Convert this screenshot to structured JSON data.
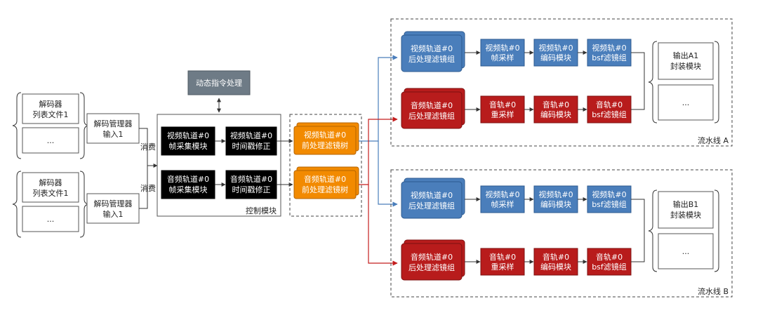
{
  "decoder_list_1": {
    "title_line1": "解码器",
    "title_line2": "列表文件1",
    "item": "..."
  },
  "decoder_list_2": {
    "title_line1": "解码器",
    "title_line2": "列表文件1",
    "item": "..."
  },
  "decoder_mgr_1": {
    "line1": "解码管理器",
    "line2": "输入1"
  },
  "decoder_mgr_2": {
    "line1": "解码管理器",
    "line2": "输入1"
  },
  "consume_label_1": "消费",
  "consume_label_2": "消费",
  "dynamic_cmd": "动态指令处理",
  "control_module": {
    "label": "控制模块",
    "video_capture": {
      "line1": "视频轨道#0",
      "line2": "帧采集模块"
    },
    "video_ts": {
      "line1": "视频轨道#0",
      "line2": "时间戳修正"
    },
    "audio_capture": {
      "line1": "音频轨道#0",
      "line2": "帧采集模块"
    },
    "audio_ts": {
      "line1": "音频轨道#0",
      "line2": "时间戳修正"
    }
  },
  "pre_filter": {
    "video": {
      "line1": "视频轨道#0",
      "line2": "前处理滤镜树"
    },
    "audio": {
      "line1": "音频轨道#0",
      "line2": "前处理滤镜树"
    }
  },
  "pipeline_a": {
    "label": "流水线 A",
    "video_post": {
      "line1": "视频轨道#0",
      "line2": "后处理滤镜组"
    },
    "video_resample": {
      "line1": "视频轨#0",
      "line2": "帧采样"
    },
    "video_encode": {
      "line1": "视频轨#0",
      "line2": "编码模块"
    },
    "video_bsf": {
      "line1": "视频轨#0",
      "line2": "bsf滤镜组"
    },
    "audio_post": {
      "line1": "音频轨道#0",
      "line2": "后处理滤镜组"
    },
    "audio_resample": {
      "line1": "音轨#0",
      "line2": "重采样"
    },
    "audio_encode": {
      "line1": "音轨#0",
      "line2": "编码模块"
    },
    "audio_bsf": {
      "line1": "音轨#0",
      "line2": "bsf滤镜组"
    },
    "output": {
      "line1": "输出A1",
      "line2": "封装模块",
      "item": "..."
    }
  },
  "pipeline_b": {
    "label": "流水线 B",
    "video_post": {
      "line1": "视频轨道#0",
      "line2": "后处理滤镜组"
    },
    "video_resample": {
      "line1": "视频轨#0",
      "line2": "帧采样"
    },
    "video_encode": {
      "line1": "视频轨#0",
      "line2": "编码模块"
    },
    "video_bsf": {
      "line1": "视频轨#0",
      "line2": "bsf滤镜组"
    },
    "audio_post": {
      "line1": "音频轨道#0",
      "line2": "后处理滤镜组"
    },
    "audio_resample": {
      "line1": "音轨#0",
      "line2": "重采样"
    },
    "audio_encode": {
      "line1": "音轨#0",
      "line2": "编码模块"
    },
    "audio_bsf": {
      "line1": "音轨#0",
      "line2": "bsf滤镜组"
    },
    "output": {
      "line1": "输出B1",
      "line2": "封装模块",
      "item": "..."
    }
  }
}
